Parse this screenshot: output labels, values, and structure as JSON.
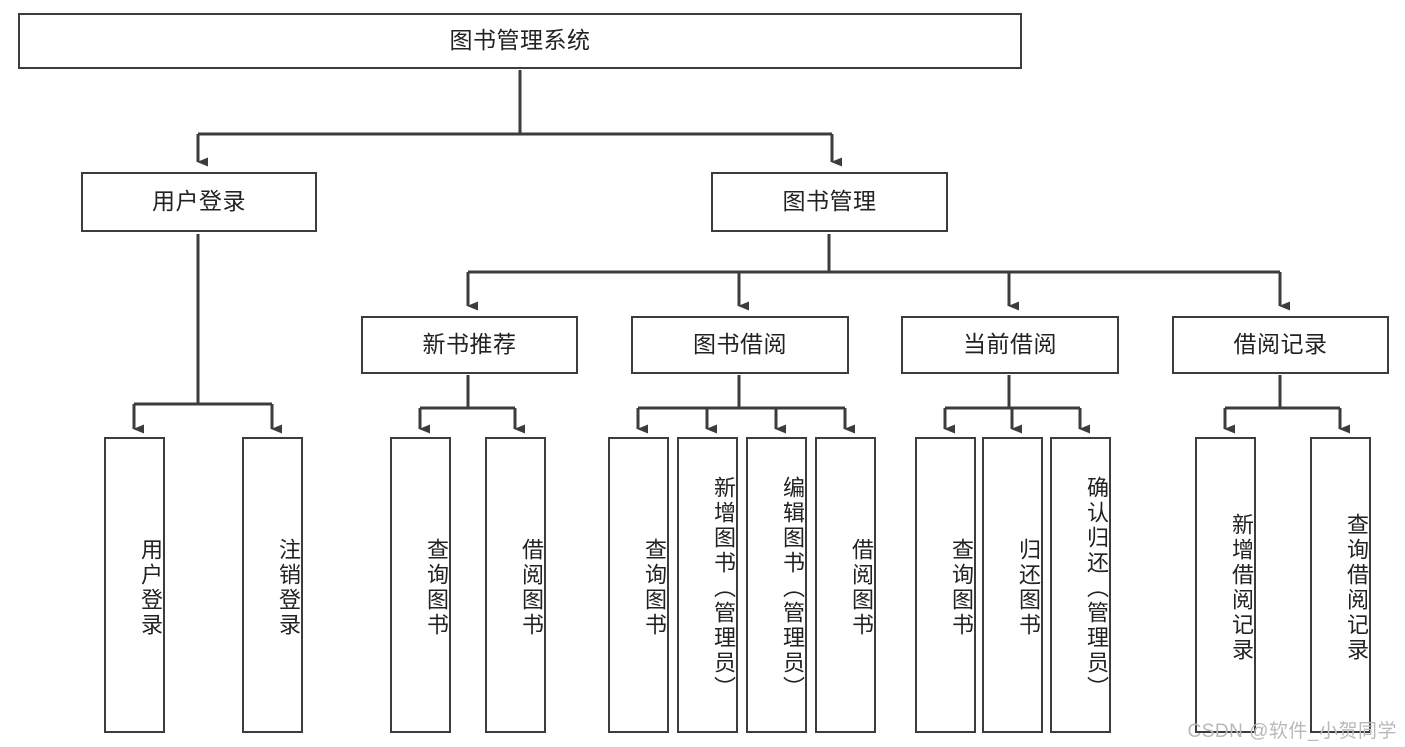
{
  "diagram": {
    "title": "图书管理系统",
    "type": "hierarchy-tree",
    "theme": {
      "background": "#ffffff",
      "box_fill": "#ffffff",
      "line_color": "#3c3c3c",
      "text_color": "#222222",
      "watermark_color": "#b9b9b9"
    },
    "root": {
      "id": "root",
      "label": "图书管理系统",
      "orientation": "horizontal"
    },
    "level2": [
      {
        "id": "user-login",
        "label": "用户登录",
        "orientation": "horizontal"
      },
      {
        "id": "book-management",
        "label": "图书管理",
        "orientation": "horizontal"
      }
    ],
    "level3": [
      {
        "id": "new-book-recommend",
        "label": "新书推荐",
        "orientation": "horizontal",
        "parent": "book-management"
      },
      {
        "id": "book-borrow",
        "label": "图书借阅",
        "orientation": "horizontal",
        "parent": "book-management"
      },
      {
        "id": "current-borrow",
        "label": "当前借阅",
        "orientation": "horizontal",
        "parent": "book-management"
      },
      {
        "id": "borrow-record",
        "label": "借阅记录",
        "orientation": "horizontal",
        "parent": "book-management"
      }
    ],
    "leaves": [
      {
        "id": "leaf-user-login",
        "label": "用户登录",
        "parent": "user-login"
      },
      {
        "id": "leaf-logout-login",
        "label": "注销登录",
        "parent": "user-login"
      },
      {
        "id": "leaf-query-book-1",
        "label": "查询图书",
        "parent": "new-book-recommend"
      },
      {
        "id": "leaf-borrow-book-1",
        "label": "借阅图书",
        "parent": "new-book-recommend"
      },
      {
        "id": "leaf-query-book-2",
        "label": "查询图书",
        "parent": "book-borrow"
      },
      {
        "id": "leaf-add-book-admin",
        "label": "新增图书（管理员）",
        "parent": "book-borrow"
      },
      {
        "id": "leaf-edit-book-admin",
        "label": "编辑图书（管理员）",
        "parent": "book-borrow"
      },
      {
        "id": "leaf-borrow-book-2",
        "label": "借阅图书",
        "parent": "book-borrow"
      },
      {
        "id": "leaf-query-book-3",
        "label": "查询图书",
        "parent": "current-borrow"
      },
      {
        "id": "leaf-return-book",
        "label": "归还图书",
        "parent": "current-borrow"
      },
      {
        "id": "leaf-confirm-return-admin",
        "label": "确认归还（管理员）",
        "parent": "current-borrow"
      },
      {
        "id": "leaf-add-borrow-record",
        "label": "新增借阅记录",
        "parent": "borrow-record"
      },
      {
        "id": "leaf-query-borrow-record",
        "label": "查询借阅记录",
        "parent": "borrow-record"
      }
    ]
  },
  "watermark": {
    "text": "CSDN @软件_小贺同学"
  }
}
